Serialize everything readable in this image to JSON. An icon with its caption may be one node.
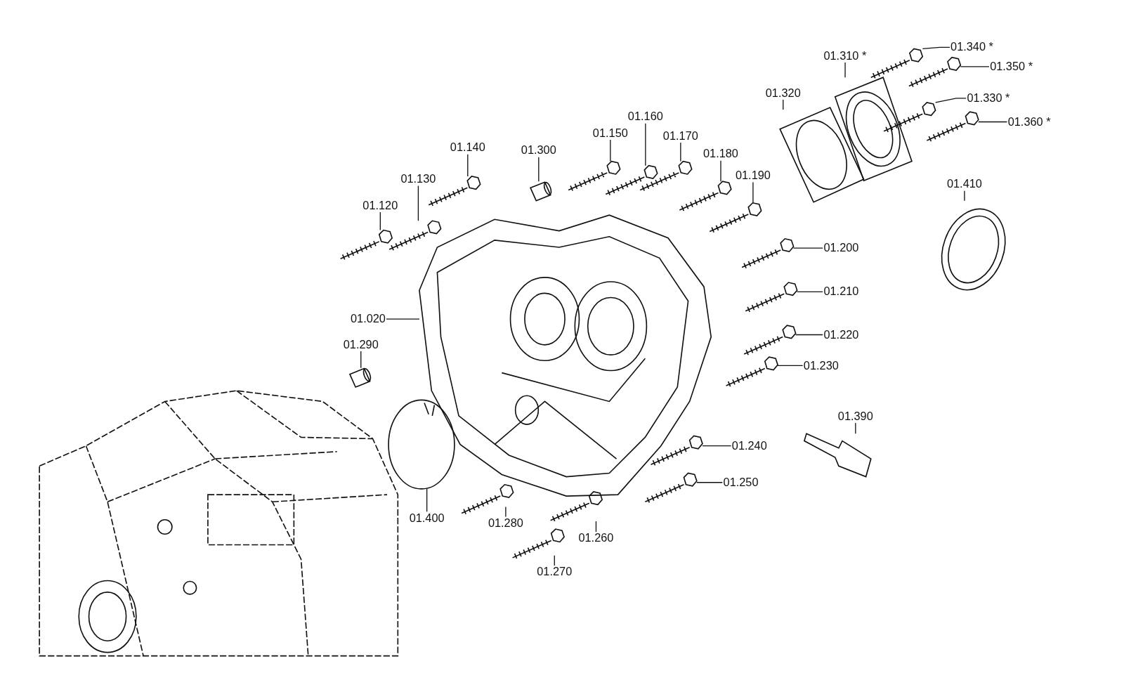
{
  "diagram": {
    "nodes": [
      {
        "text": [
          "01.340 *"
        ]
      },
      {
        "text": [
          "01.310 *"
        ]
      },
      {
        "text": [
          "01.350 *"
        ]
      },
      {
        "text": [
          "01.320"
        ]
      },
      {
        "text": [
          "01.330 *"
        ]
      },
      {
        "text": [
          "01.160"
        ]
      },
      {
        "text": [
          "01.360 *"
        ]
      },
      {
        "text": [
          "01.150"
        ]
      },
      {
        "text": [
          "01.170"
        ]
      },
      {
        "text": [
          "01.140"
        ]
      },
      {
        "text": [
          "01.300"
        ]
      },
      {
        "text": [
          "01.180"
        ]
      },
      {
        "text": [
          "01.190"
        ]
      },
      {
        "text": [
          "01.130"
        ]
      },
      {
        "text": [
          "01.410"
        ]
      },
      {
        "text": [
          "01.120"
        ]
      },
      {
        "text": [
          "01.200"
        ]
      },
      {
        "text": [
          "01.210"
        ]
      },
      {
        "text": [
          "01.020"
        ]
      },
      {
        "text": [
          "01.220"
        ]
      },
      {
        "text": [
          "01.290"
        ]
      },
      {
        "text": [
          "01.230"
        ]
      },
      {
        "text": [
          "01.390"
        ]
      },
      {
        "text": [
          "01.240"
        ]
      },
      {
        "text": [
          "01.250"
        ]
      },
      {
        "text": [
          "01.400"
        ]
      },
      {
        "text": [
          "01.280"
        ]
      },
      {
        "text": [
          "01.260"
        ]
      },
      {
        "text": [
          "01.270"
        ]
      },
      {
        "text": [],
        "shape": "picture"
      },
      {
        "text": [],
        "shape": "picture"
      },
      {
        "text": [],
        "shape": "picture"
      },
      {
        "text": [],
        "shape": "picture"
      },
      {
        "text": [],
        "shape": "picture"
      },
      {
        "text": [],
        "shape": "picture"
      },
      {
        "text": [],
        "shape": "picture"
      },
      {
        "text": [],
        "shape": "picture"
      },
      {
        "text": [],
        "shape": "picture"
      },
      {
        "text": [],
        "shape": "picture"
      },
      {
        "text": [],
        "shape": "picture"
      },
      {
        "text": [],
        "shape": "picture"
      },
      {
        "text": [],
        "shape": "picture"
      },
      {
        "text": [],
        "shape": "picture"
      },
      {
        "text": [],
        "shape": "picture"
      },
      {
        "text": [],
        "shape": "picture"
      },
      {
        "text": [],
        "shape": "picture"
      },
      {
        "text": [],
        "shape": "picture"
      },
      {
        "text": [],
        "shape": "picture"
      },
      {
        "text": [],
        "shape": "picture"
      },
      {
        "text": [],
        "shape": "picture"
      },
      {
        "text": [],
        "shape": "picture"
      },
      {
        "text": [],
        "shape": "picture"
      },
      {
        "text": [],
        "shape": "picture"
      },
      {
        "text": [],
        "shape": "picture"
      },
      {
        "text": [],
        "shape": "picture"
      },
      {
        "text": [],
        "shape": "picture"
      },
      {
        "text": [],
        "shape": "picture"
      },
      {
        "text": [],
        "shape": "picture"
      }
    ],
    "edges": [
      {
        "from": 0,
        "to": 29,
        "arrow": "none"
      },
      {
        "from": 1,
        "to": 30,
        "arrow": "none"
      },
      {
        "from": 2,
        "to": 31,
        "arrow": "none"
      },
      {
        "from": 3,
        "to": 32,
        "arrow": "none"
      },
      {
        "from": 4,
        "to": 33,
        "arrow": "none"
      },
      {
        "from": 5,
        "to": 34,
        "arrow": "none"
      },
      {
        "from": 6,
        "to": 35,
        "arrow": "none"
      },
      {
        "from": 7,
        "to": 36,
        "arrow": "none"
      },
      {
        "from": 8,
        "to": 37,
        "arrow": "none"
      },
      {
        "from": 9,
        "to": 38,
        "arrow": "none"
      },
      {
        "from": 10,
        "to": 39,
        "arrow": "none"
      },
      {
        "from": 11,
        "to": 40,
        "arrow": "none"
      },
      {
        "from": 12,
        "to": 41,
        "arrow": "none"
      },
      {
        "from": 13,
        "to": 42,
        "arrow": "none"
      },
      {
        "from": 14,
        "to": 43,
        "arrow": "none"
      },
      {
        "from": 15,
        "to": 44,
        "arrow": "none"
      },
      {
        "from": 16,
        "to": 45,
        "arrow": "none"
      },
      {
        "from": 17,
        "to": 46,
        "arrow": "none"
      },
      {
        "from": 18,
        "to": 47,
        "arrow": "none"
      },
      {
        "from": 19,
        "to": 48,
        "arrow": "none"
      },
      {
        "from": 20,
        "to": 49,
        "arrow": "none"
      },
      {
        "from": 21,
        "to": 50,
        "arrow": "none"
      },
      {
        "from": 22,
        "to": 51,
        "arrow": "none"
      },
      {
        "from": 23,
        "to": 52,
        "arrow": "none"
      },
      {
        "from": 24,
        "to": 53,
        "arrow": "none"
      },
      {
        "from": 25,
        "to": 54,
        "arrow": "none"
      },
      {
        "from": 26,
        "to": 55,
        "arrow": "none"
      },
      {
        "from": 27,
        "to": 56,
        "arrow": "none"
      },
      {
        "from": 28,
        "to": 57,
        "arrow": "none"
      }
    ]
  }
}
